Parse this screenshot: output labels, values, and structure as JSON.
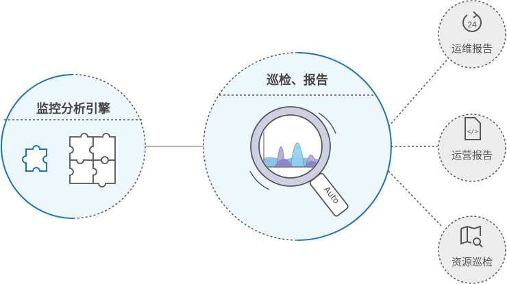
{
  "engine": {
    "title": "监控分析引擎"
  },
  "center": {
    "title": "巡检、报告",
    "handle_label": "Auto"
  },
  "outputs": [
    {
      "label": "运维报告",
      "icon": "24h-refresh-icon"
    },
    {
      "label": "运营报告",
      "icon": "code-file-icon"
    },
    {
      "label": "资源巡检",
      "icon": "map-search-icon"
    }
  ],
  "colors": {
    "accent": "#1a73c0",
    "fill": "#eef7fc",
    "node": "#ececec",
    "text": "#444444"
  }
}
